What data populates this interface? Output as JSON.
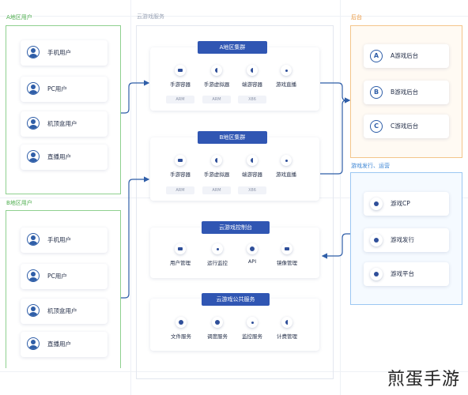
{
  "colors": {
    "green": "#5cb85c",
    "blue": "#3056b3",
    "orange": "#f0a04b",
    "light_blue": "#4a90e2"
  },
  "groups": {
    "a_users": "A地区用户",
    "b_users": "B地区用户",
    "cloud": "云游戏服务",
    "backend": "后台",
    "publish": "游戏发行、运营"
  },
  "a_users": [
    "手机用户",
    "PC用户",
    "机顶盒用户",
    "直播用户"
  ],
  "b_users": [
    "手机用户",
    "PC用户",
    "机顶盒用户",
    "直播用户"
  ],
  "cluster_a": {
    "title": "A地区集群",
    "nodes": [
      "手游容器",
      "手游虚拟器",
      "端游容器",
      "游戏直播"
    ],
    "tags": [
      "ARM",
      "ARM",
      "X86"
    ]
  },
  "cluster_b": {
    "title": "B地区集群",
    "nodes": [
      "手游容器",
      "手游虚拟器",
      "端游容器",
      "游戏直播"
    ],
    "tags": [
      "ARM",
      "ARM",
      "X86"
    ]
  },
  "console": {
    "title": "云游戏控制台",
    "nodes": [
      "用户管理",
      "运行监控",
      "API",
      "镜像管理"
    ]
  },
  "public": {
    "title": "云游戏公共服务",
    "nodes": [
      "文件服务",
      "调度服务",
      "监控服务",
      "计费管理"
    ]
  },
  "backend": [
    {
      "letter": "A",
      "label": "A游戏后台"
    },
    {
      "letter": "B",
      "label": "B游戏后台"
    },
    {
      "letter": "C",
      "label": "C游戏后台"
    }
  ],
  "publish": [
    "游戏CP",
    "游戏发行",
    "游戏平台"
  ],
  "watermark": "煎蛋手游"
}
